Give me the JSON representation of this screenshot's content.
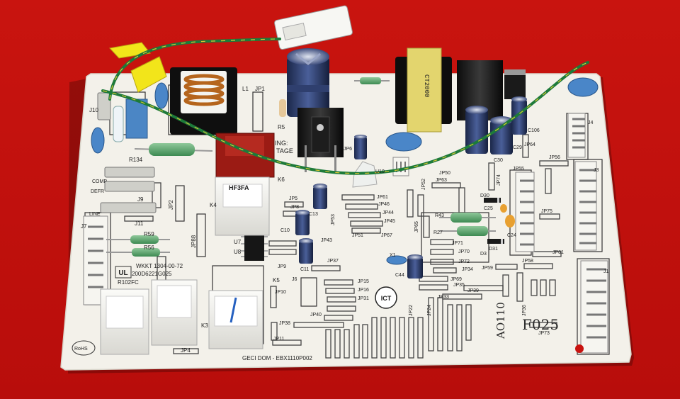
{
  "labels": {
    "j10": "J10",
    "l1": "L1",
    "jp1": "JP1",
    "r5": "R5",
    "r134": "R134",
    "comp": "COMP",
    "defr": "DEFR",
    "j9": "J9",
    "jp2": "JP2",
    "line": "LINE",
    "j11": "J11",
    "j7": "J7",
    "r59": "R59",
    "r56": "R56",
    "jp88": "JP88",
    "wkkt": "WKKT 1304-00-72",
    "part_no": "200D6221G025",
    "r102fc": "R102FC",
    "rohs": "RoHS",
    "relay_brand": "HF3FA",
    "k4": "K4",
    "k6": "K6",
    "k3": "K3",
    "k5": "K5",
    "u7": "U7",
    "u8": "U8",
    "jp4": "JP4",
    "jp5": "JP5",
    "jp6": "JP6",
    "jp8": "JP8",
    "jp9": "JP9",
    "jp10": "JP10",
    "jp11": "JP11",
    "jp37": "JP37",
    "jp38": "JP38",
    "jp40": "JP40",
    "jp43": "JP43",
    "jp44": "JP44",
    "jp45": "JP45",
    "jp46": "JP46",
    "jp50": "JP50",
    "jp51": "JP51",
    "jp52": "JP52",
    "jp53": "JP53",
    "jp55": "JP55",
    "jp56": "JP56",
    "jp58": "JP58",
    "jp59": "JP59",
    "jp61": "JP61",
    "jp63": "JP63",
    "jp64": "JP64",
    "jp65": "JP65",
    "jp67": "JP67",
    "jp69": "JP69",
    "jp70": "JP70",
    "jp71": "JP71",
    "jp72": "JP72",
    "jp73": "JP73",
    "jp74": "JP74",
    "jp75": "JP75",
    "jp81": "JP81",
    "jp15": "JP15",
    "jp16": "JP16",
    "jp31": "JP31",
    "jp33": "JP33",
    "jp34": "JP34",
    "jp35": "JP35",
    "jp39": "JP39",
    "jp22": "JP22",
    "jp24": "JP24",
    "jp36": "JP36",
    "c10": "C10",
    "c11": "C11",
    "c13": "C13",
    "c24": "C24",
    "c25": "C25",
    "c29": "C29",
    "c30": "C30",
    "c44": "C44",
    "c106": "C106",
    "r27": "R27",
    "r43": "R43",
    "d3": "D3",
    "d30": "D30",
    "d31": "D31",
    "x1": "X1",
    "u10": "U10",
    "j1": "J1",
    "j3": "J3",
    "j4": "J4",
    "j6": "J6",
    "ict": "ICT",
    "handwritten": "F025",
    "handwritten2": "AO110",
    "board_id": "GECI DOM - EBX1110P002",
    "warning_frag": "ING:",
    "voltage_frag": "TAGE"
  },
  "colors": {
    "background": "#c8120f",
    "board": "#f3f1ea",
    "wire": "#1d7a3a",
    "relay_red": "#9b1b14"
  }
}
